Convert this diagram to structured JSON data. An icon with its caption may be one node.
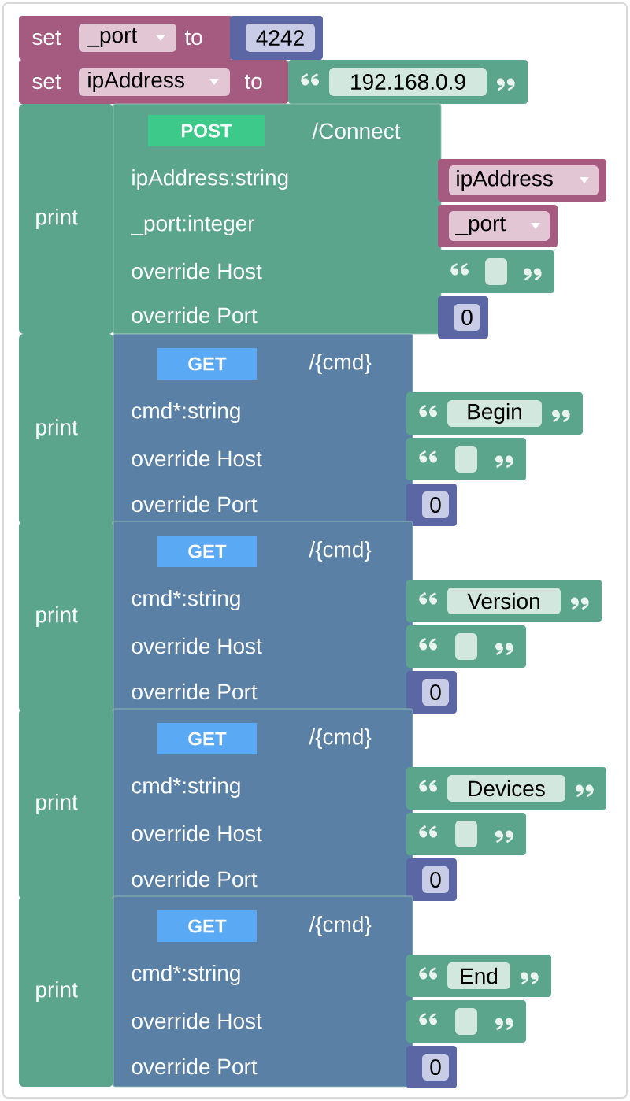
{
  "diagram": {
    "nodes": [
      {
        "text": [
          "set",
          "to"
        ]
      },
      {
        "text": [
          "_port"
        ],
        "in": 0
      },
      {
        "text": [
          "4242"
        ]
      },
      {
        "text": [
          "set",
          "to"
        ]
      },
      {
        "text": [
          "ipAddress"
        ],
        "in": 3
      },
      {
        "text": [
          "192.168.0.9"
        ]
      },
      {
        "text": [
          "print"
        ]
      },
      {
        "text": [
          "/Connect",
          "ipAddress:string",
          "_port:integer",
          "override Host",
          "override Port"
        ]
      },
      {
        "text": [
          "POST"
        ],
        "in": 7
      },
      {
        "text": [
          "ipAddress"
        ]
      },
      {
        "text": [
          "_port"
        ]
      },
      {
        "text": [],
        "shape": "box"
      },
      {
        "text": [
          "0"
        ]
      },
      {
        "text": [
          "print"
        ]
      },
      {
        "text": [
          "/{cmd}",
          "cmd*:string",
          "override Host",
          "override Port"
        ]
      },
      {
        "text": [
          "GET"
        ],
        "in": 14
      },
      {
        "text": [
          "Begin"
        ]
      },
      {
        "text": [],
        "shape": "box"
      },
      {
        "text": [
          "0"
        ]
      },
      {
        "text": [
          "print"
        ]
      },
      {
        "text": [
          "/{cmd}",
          "cmd*:string",
          "override Host",
          "override Port"
        ]
      },
      {
        "text": [
          "GET"
        ],
        "in": 20
      },
      {
        "text": [
          "Version"
        ]
      },
      {
        "text": [],
        "shape": "box"
      },
      {
        "text": [
          "0"
        ]
      },
      {
        "text": [
          "print"
        ]
      },
      {
        "text": [
          "/{cmd}",
          "cmd*:string",
          "override Host",
          "override Port"
        ]
      },
      {
        "text": [
          "GET"
        ],
        "in": 26
      },
      {
        "text": [
          "Devices"
        ]
      },
      {
        "text": [],
        "shape": "box"
      },
      {
        "text": [
          "0"
        ]
      },
      {
        "text": [
          "print"
        ]
      },
      {
        "text": [
          "/{cmd}",
          "cmd*:string",
          "override Host",
          "override Port"
        ]
      },
      {
        "text": [
          "GET"
        ],
        "in": 32
      },
      {
        "text": [
          "End"
        ]
      },
      {
        "text": [],
        "shape": "box"
      },
      {
        "text": [
          "0"
        ]
      }
    ]
  }
}
